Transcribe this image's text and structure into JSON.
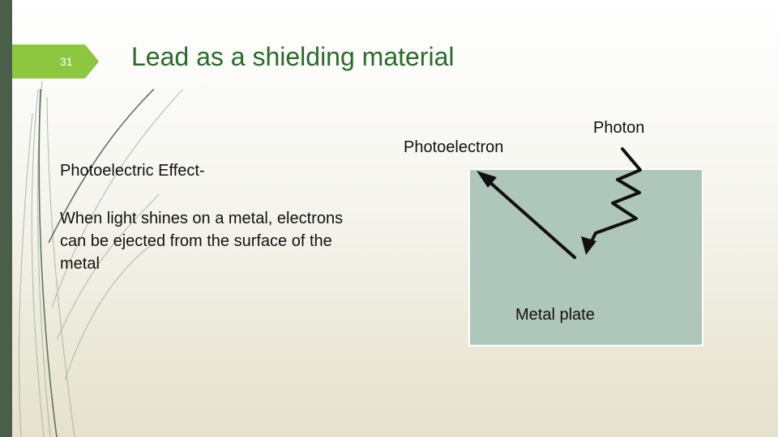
{
  "slide": {
    "number": "31",
    "title": "Lead as a shielding material"
  },
  "content": {
    "heading": "Photoelectric Effect-",
    "body": "When light shines on a metal, electrons can be ejected from the surface of the metal"
  },
  "diagram": {
    "photon_label": "Photon",
    "photoelectron_label": "Photoelectron",
    "plate_label": "Metal plate"
  },
  "colors": {
    "accent": "#8dc63f",
    "title": "#2b6a2b",
    "sidebar": "#4a5f4a",
    "plate": "#afc6bb"
  }
}
